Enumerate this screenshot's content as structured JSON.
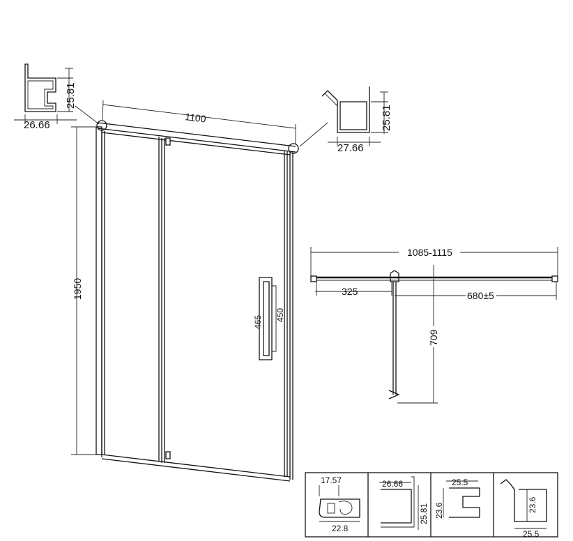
{
  "dimensions": {
    "top_left_profile_height": "25.81",
    "top_left_profile_width": "26.66",
    "top_width": "1100",
    "top_right_profile_height": "25.81",
    "top_right_profile_width": "27.66",
    "height": "1950",
    "handle_outer": "465",
    "handle_inner": "450",
    "plan_width": "1085-1115",
    "plan_fixed": "325",
    "plan_door": "680±5",
    "plan_swing": "709"
  },
  "profiles_table": {
    "cell1_top": "17.57",
    "cell1_bottom": "22.8",
    "cell2_width": "26.66",
    "cell2_height": "25.81",
    "cell3_width": "25.5",
    "cell3_height": "23.6",
    "cell4_height": "23.6",
    "cell4_width": "25.5"
  }
}
